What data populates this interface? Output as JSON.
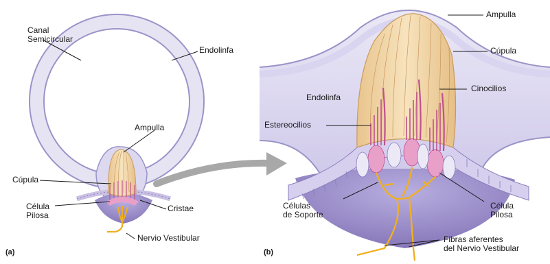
{
  "panel_a": {
    "tag": "(a)",
    "labels": {
      "canal_line1": "Canal",
      "canal_line2": "Semicircular",
      "endolinfa": "Endolinfa",
      "ampulla": "Ampulla",
      "cupula": "Cúpula",
      "celula_line1": "Célula",
      "celula_line2": "Pilosa",
      "cristae": "Cristae",
      "nervio": "Nervio Vestibular"
    }
  },
  "panel_b": {
    "tag": "(b)",
    "labels": {
      "ampulla": "Ampulla",
      "cupula": "Cúpula",
      "endolinfa": "Endolinfa",
      "cinocilios": "Cinocilios",
      "estereocilios": "Estereocilios",
      "celulas_line1": "Células",
      "celulas_line2": "de Soporte",
      "celula_line1": "Célula",
      "celula_line2": "Pilosa",
      "fibras_line1": "Fibras aferentes",
      "fibras_line2": "del Nervio Vestibular"
    }
  },
  "colors": {
    "canal_fill": "#e6e4f3",
    "canal_edge": "#9a94c8",
    "crista_fill": "#9b8ac4",
    "cupula_fill": "#f2d8a8",
    "hair_cell": "#e8a0c8",
    "nerve": "#f0b020",
    "arrow": "#a8a8a8"
  }
}
